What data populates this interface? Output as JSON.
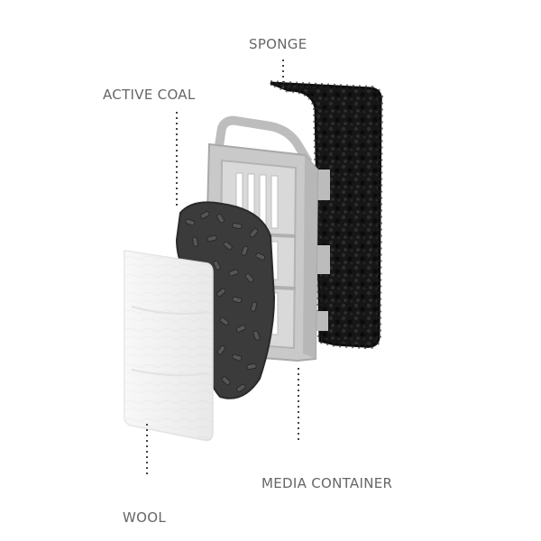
{
  "labels": {
    "sponge": "SPONGE",
    "active_coal": "ACTIVE COAL",
    "media_container": "MEDIA CONTAINER",
    "wool": "WOOL"
  },
  "colors": {
    "label_text": "#666666",
    "leader_line": "#444444",
    "sponge": "#151515",
    "coal": "#3a3a3a",
    "container": "#c9c9c9",
    "wool": "#f2f2f2"
  }
}
